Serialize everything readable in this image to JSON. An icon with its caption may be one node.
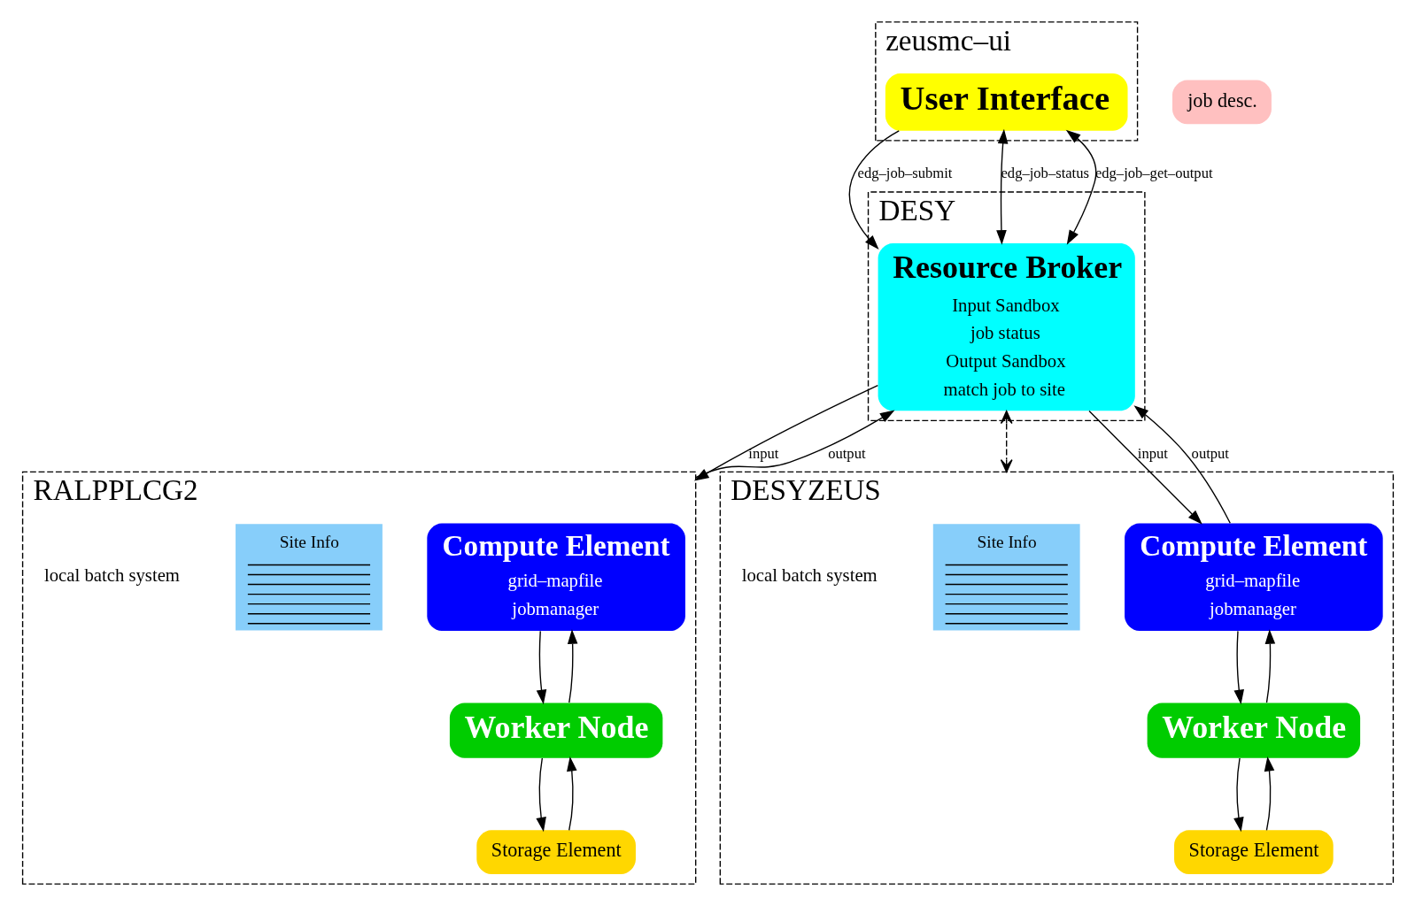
{
  "diagram": {
    "nodes": [
      {
        "text": [
          "zeusmc–ui"
        ]
      },
      {
        "text": [
          "User Interface"
        ],
        "in": 0
      },
      {
        "text": [
          "job desc."
        ]
      },
      {
        "text": [
          "DESY"
        ]
      },
      {
        "text": [
          "Resource Broker",
          "Input Sandbox",
          "job status",
          "Output Sandbox",
          "match job to site"
        ],
        "in": 3
      },
      {
        "text": [
          "RALPPLCG2"
        ]
      },
      {
        "text": [
          "Compute Element",
          "grid–mapfile",
          "jobmanager"
        ],
        "in": 5
      },
      {
        "text": [
          "Site Info"
        ],
        "in": 5
      },
      {
        "text": [
          "Storage Element"
        ],
        "in": 5
      },
      {
        "text": [
          "Worker Node"
        ],
        "in": 5
      },
      {
        "text": [
          "DESYZEUS"
        ]
      },
      {
        "text": [
          "Compute Element",
          "grid–mapfile",
          "jobmanager"
        ],
        "in": 10
      },
      {
        "text": [
          "Site Info"
        ],
        "in": 10
      },
      {
        "text": [
          "Storage Element"
        ],
        "in": 10
      },
      {
        "text": [
          "Worker Node"
        ],
        "in": 10
      }
    ],
    "edges": [
      {
        "from": 1,
        "to": 4,
        "arrow": "to",
        "label": "edg–job–submit"
      },
      {
        "from": 1,
        "to": 4,
        "arrow": "both",
        "label": "edg–job–status"
      },
      {
        "from": 1,
        "to": 4,
        "arrow": "both",
        "label": "edg–job–get–output"
      },
      {
        "from": 4,
        "to": 5,
        "arrow": "to",
        "label": "input"
      },
      {
        "from": 5,
        "to": 4,
        "arrow": "to",
        "label": "output"
      },
      {
        "from": 4,
        "to": 11,
        "arrow": "to",
        "label": "input"
      },
      {
        "from": 11,
        "to": 4,
        "arrow": "to",
        "label": "output"
      },
      {
        "from": 4,
        "to": 10,
        "arrow": "both",
        "style": "dashed"
      },
      {
        "from": 6,
        "to": 9,
        "arrow": "to"
      },
      {
        "from": 9,
        "to": 6,
        "arrow": "to"
      },
      {
        "from": 8,
        "to": 9,
        "arrow": "to"
      },
      {
        "from": 9,
        "to": 8,
        "arrow": "to"
      },
      {
        "from": 11,
        "to": 14,
        "arrow": "to"
      },
      {
        "from": 14,
        "to": 11,
        "arrow": "to"
      },
      {
        "from": 13,
        "to": 14,
        "arrow": "to"
      },
      {
        "from": 14,
        "to": 13,
        "arrow": "to"
      }
    ],
    "labels": [
      "local batch system",
      "local batch system"
    ]
  }
}
